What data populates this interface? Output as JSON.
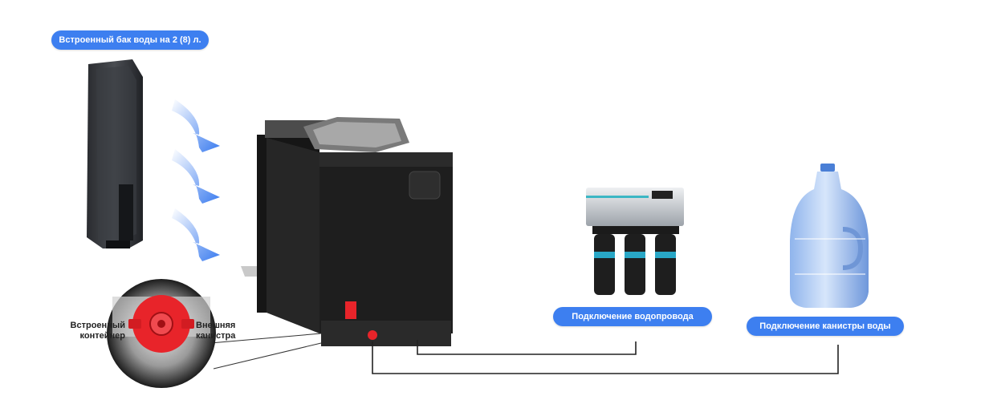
{
  "labels": {
    "tank": "Встроенный бак воды на 2 (8) л.",
    "water_supply": "Подключение водопровода",
    "canister": "Подключение канистры воды",
    "builtin_line1": "Встроенный",
    "builtin_line2": "контейнер",
    "external_line1": "Внешняя",
    "external_line2": "канистра"
  },
  "colors": {
    "accent": "#3D7FF0",
    "arrow": "#3A7BEF",
    "knob": "#E8242A",
    "machine": "#1E1E1E",
    "connector": "#222222"
  },
  "icons": [
    "water-tank-icon",
    "flow-arrow-icon",
    "valve-closeup-icon",
    "coffee-machine-icon",
    "water-filter-icon",
    "water-bottle-icon"
  ]
}
